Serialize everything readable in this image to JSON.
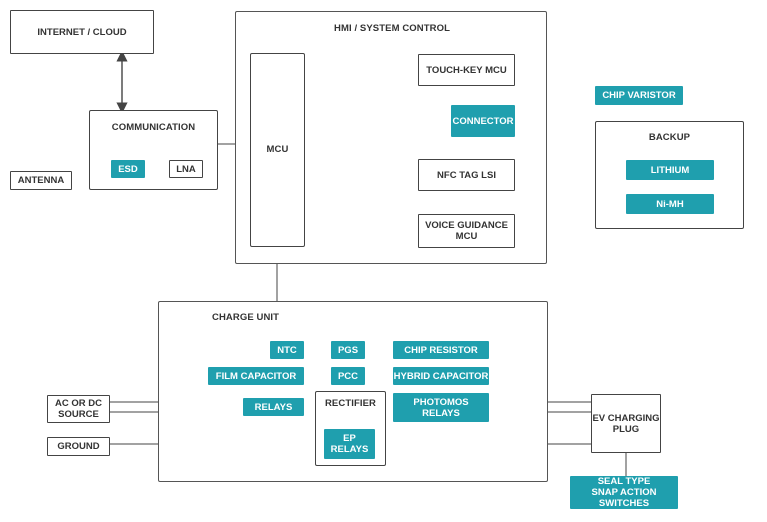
{
  "colors": {
    "accent": "#1f9fae",
    "line": "#444444"
  },
  "top": {
    "internet_cloud": "INTERNET / CLOUD",
    "communication": "COMMUNICATION",
    "esd": "ESD",
    "lna": "LNA",
    "antenna": "ANTENNA"
  },
  "hmi": {
    "title": "HMI / SYSTEM CONTROL",
    "mcu": "MCU",
    "touch_key_mcu": "TOUCH-KEY MCU",
    "connector": "CONNECTOR",
    "nfc_tag_lsi": "NFC TAG LSI",
    "voice_guidance_mcu": "VOICE GUIDANCE\nMCU"
  },
  "side": {
    "chip_varistor": "CHIP VARISTOR",
    "backup": "BACKUP",
    "lithium": "LITHIUM",
    "ni_mh": "Ni-MH"
  },
  "charge_unit": {
    "title": "CHARGE UNIT",
    "ntc": "NTC",
    "pgs": "PGS",
    "chip_resistor": "CHIP RESISTOR",
    "film_capacitor": "FILM CAPACITOR",
    "pcc": "PCC",
    "hybrid_capacitor": "HYBRID CAPACITOR",
    "relays": "RELAYS",
    "rectifier": "RECTIFIER",
    "photomos_relays": "PHOTOMOS\nRELAYS",
    "ep_relays": "EP\nRELAYS"
  },
  "io": {
    "ac_dc_source": "AC OR DC\nSOURCE",
    "ground": "GROUND",
    "ev_charging_plug": "EV CHARGING\nPLUG",
    "seal_type_switches": "SEAL TYPE\nSNAP ACTION SWITCHES"
  }
}
